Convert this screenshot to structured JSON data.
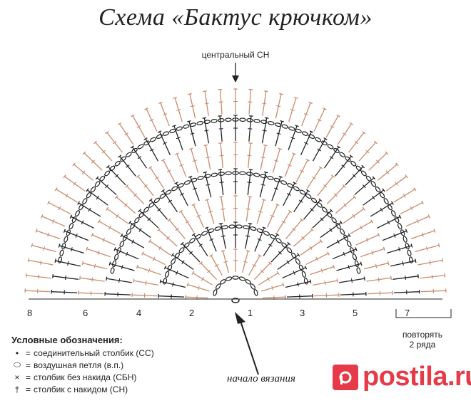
{
  "title": "Схема «Бактус крючком»",
  "center_label": "центральный СН",
  "row_numbers_left": [
    "8",
    "6",
    "4",
    "2"
  ],
  "row_numbers_right": [
    "1",
    "3",
    "5",
    "7"
  ],
  "repeat_note_line1": "повторять",
  "repeat_note_line2": "2 ряда",
  "legend": {
    "title": "Условные обозначения:",
    "items": [
      {
        "symbol": "•",
        "eq": "=",
        "text": "соединительный столбик (СС)"
      },
      {
        "symbol": "⬭",
        "eq": "=",
        "text": "воздушная петля (в.п.)"
      },
      {
        "symbol": "×",
        "eq": "=",
        "text": "столбик без накида (СБН)"
      },
      {
        "symbol": "†",
        "eq": "=",
        "text": "столбик с накидом (СН)"
      }
    ]
  },
  "start_label": "начало вязания",
  "watermark": "postila.ru",
  "colors": {
    "black_rows": "#222222",
    "orange_rows": "#c98b6e",
    "watermark": "#e63a48"
  }
}
